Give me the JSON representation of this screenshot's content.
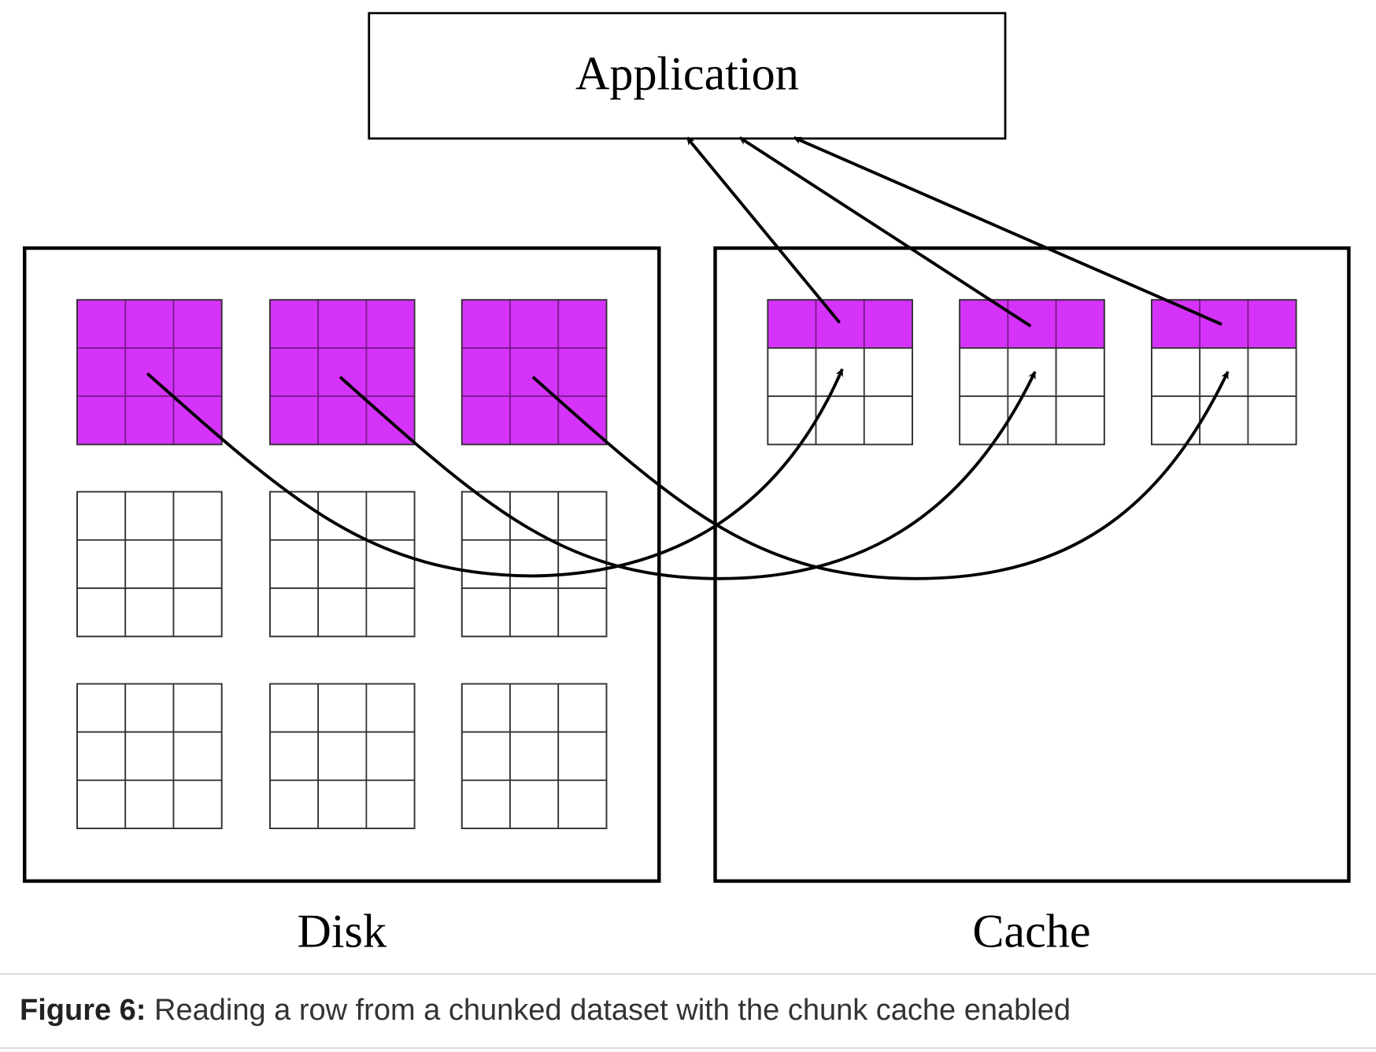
{
  "diagram": {
    "application_label": "Application",
    "disk_label": "Disk",
    "cache_label": "Cache",
    "colors": {
      "highlight": "#d633fa",
      "highlight_grid": "#7a1a8a",
      "line": "#000000",
      "grid": "#333333"
    },
    "disk": {
      "chunk_rows": 3,
      "chunk_cols": 3,
      "cells_per_chunk": [
        3,
        3
      ],
      "highlighted_chunk_row": 0
    },
    "cache": {
      "chunks": 3,
      "highlighted_cell_row": 0
    },
    "flows": [
      {
        "from": "disk-chunk-0-0",
        "to": "cache-chunk-0"
      },
      {
        "from": "disk-chunk-0-1",
        "to": "cache-chunk-1"
      },
      {
        "from": "disk-chunk-0-2",
        "to": "cache-chunk-2"
      },
      {
        "from": "cache-chunk-0",
        "to": "application"
      },
      {
        "from": "cache-chunk-1",
        "to": "application"
      },
      {
        "from": "cache-chunk-2",
        "to": "application"
      }
    ]
  },
  "caption": {
    "label": "Figure 6:",
    "text": " Reading a row from a chunked dataset with the chunk cache enabled"
  }
}
